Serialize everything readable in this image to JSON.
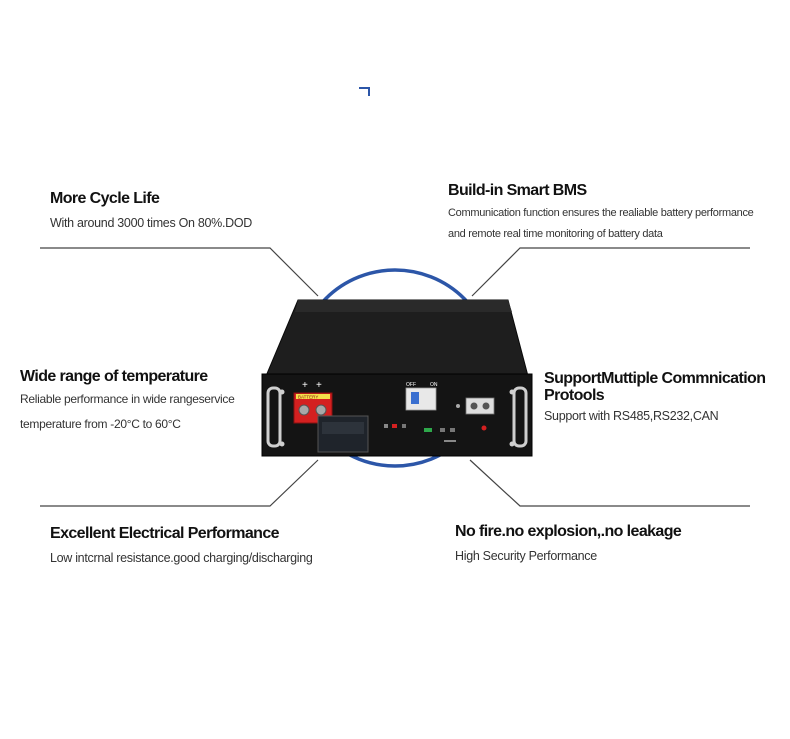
{
  "features": {
    "top_left": {
      "title": "More Cycle Life",
      "desc": "With around 3000 times On 80%.DOD"
    },
    "top_right": {
      "title": "Build-in Smart BMS",
      "desc_line1": "Communication function ensures the realiable battery  performance",
      "desc_line2": "and remote real time monitoring of battery data"
    },
    "mid_left": {
      "title": "Wide range of temperature",
      "desc_line1": "Reliable performance in wide rangeservice",
      "desc_line2": "temperature from -20°C to 60°C"
    },
    "mid_right": {
      "title_line1": "SupportMuttiple Commnication",
      "title_line2": "Protools",
      "desc": "Support with RS485,RS232,CAN"
    },
    "bottom_left": {
      "title": "Excellent Electrical Performance",
      "desc": "Low intcrnal resistance.good charging/discharging"
    },
    "bottom_right": {
      "title": "No fire.no explosion,.no leakage",
      "desc": "High Security Performance"
    }
  },
  "colors": {
    "accent_circle": "#2c56a8",
    "battery_body": "#141414",
    "terminal_red": "#d42020",
    "connector_line": "#444444"
  },
  "panel": {
    "plus_left": "+",
    "plus_right": "+",
    "breaker_label_left": "OFF",
    "breaker_label_right": "ON",
    "terminal_label": "BATTERY"
  }
}
